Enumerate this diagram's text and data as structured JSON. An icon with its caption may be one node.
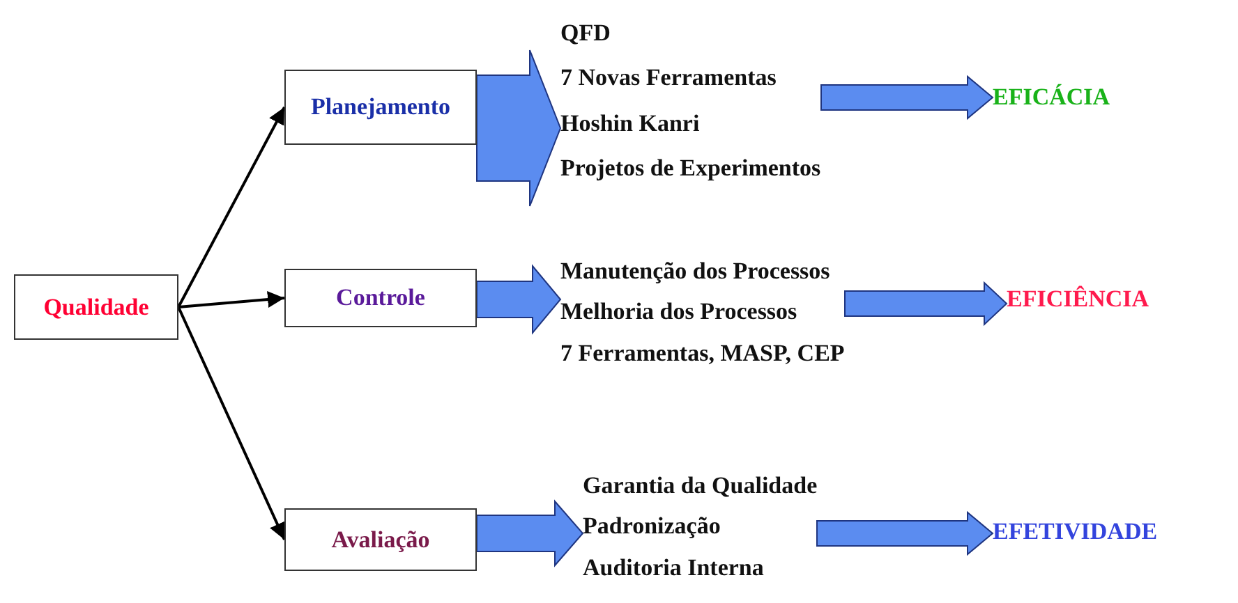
{
  "diagram": {
    "nodes": [
      {
        "text": [
          "Qualidade"
        ]
      },
      {
        "text": [
          "Planejamento"
        ]
      },
      {
        "text": [
          "Controle"
        ]
      },
      {
        "text": [
          "Avaliação"
        ]
      },
      {
        "text": [
          "QFD",
          "7 Novas Ferramentas",
          "Hoshin Kanri",
          "Projetos de Experimentos"
        ]
      },
      {
        "text": [
          "EFICÁCIA"
        ]
      },
      {
        "text": [
          "Manutenção dos Processos",
          "Melhoria dos Processos",
          "7 Ferramentas, MASP, CEP"
        ]
      },
      {
        "text": [
          "EFICIÊNCIA"
        ]
      },
      {
        "text": [
          "Garantia da Qualidade",
          "Padronização",
          "Auditoria Interna"
        ]
      },
      {
        "text": [
          "EFETIVIDADE"
        ]
      }
    ],
    "edges": [
      {
        "from": 0,
        "to": 1,
        "arrow": "to",
        "color": "#000000"
      },
      {
        "from": 0,
        "to": 2,
        "arrow": "to",
        "color": "#000000"
      },
      {
        "from": 0,
        "to": 3,
        "arrow": "to",
        "color": "#000000"
      },
      {
        "from": 1,
        "to": 4,
        "arrow": "to",
        "style": "thick"
      },
      {
        "from": 4,
        "to": 5,
        "arrow": "to",
        "style": "thick"
      },
      {
        "from": 2,
        "to": 6,
        "arrow": "to",
        "style": "thick"
      },
      {
        "from": 6,
        "to": 7,
        "arrow": "to",
        "style": "thick"
      },
      {
        "from": 3,
        "to": 8,
        "arrow": "to",
        "style": "thick"
      },
      {
        "from": 8,
        "to": 9,
        "arrow": "to",
        "style": "thick"
      }
    ]
  }
}
